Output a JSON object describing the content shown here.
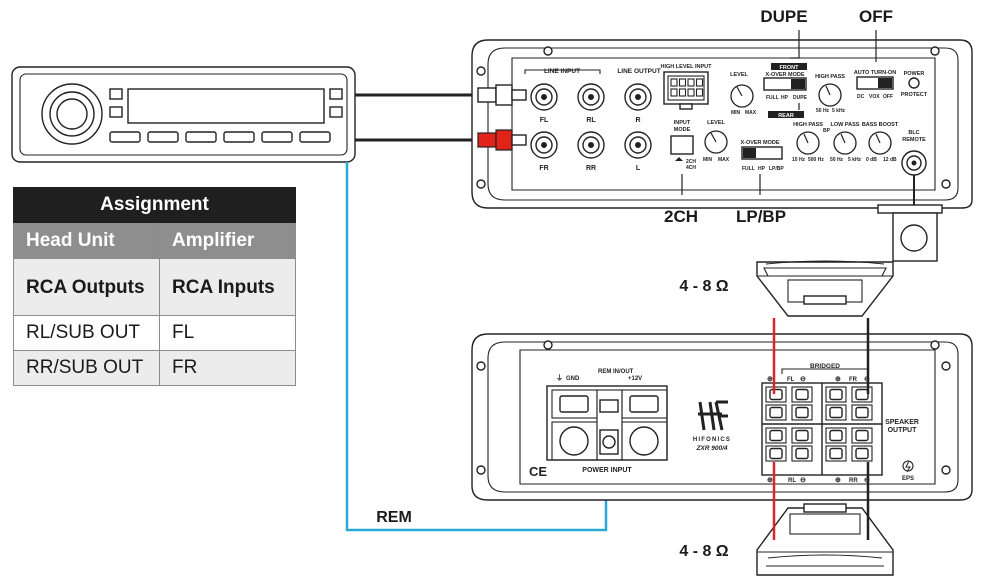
{
  "callouts": {
    "dupe": "DUPE",
    "off": "OFF",
    "two_ch": "2CH",
    "lp_bp": "LP/BP",
    "rem": "REM",
    "impedance_top": "4 - 8 Ω",
    "impedance_bottom": "4 - 8 Ω"
  },
  "table": {
    "title": "Assignment",
    "headers": [
      "Head Unit",
      "Amplifier"
    ],
    "subheader": [
      "RCA Outputs",
      "RCA Inputs"
    ],
    "rows": [
      [
        "RL/SUB OUT",
        "FL"
      ],
      [
        "RR/SUB OUT",
        "FR"
      ]
    ]
  },
  "amp_top": {
    "line_input": "LINE INPUT",
    "line_output": "LINE OUTPUT",
    "high_level_input": "HIGH LEVEL INPUT",
    "front": "FRONT",
    "rear": "REAR",
    "level": "LEVEL",
    "min": "MIN",
    "max": "MAX",
    "xover_mode": "X-OVER MODE",
    "full": "FULL",
    "hp": "HP",
    "dupe": "DUPE",
    "high_pass": "HIGH PASS",
    "low_pass": "LOW PASS",
    "bass_boost": "BASS BOOST",
    "f50hz": "50 Hz",
    "f5khz": "5 kHz",
    "f10hz": "10 Hz",
    "f500hz": "500 Hz",
    "db0": "0 dB",
    "db12": "12 dB",
    "bp": "BP",
    "lp_bp": "LP/BP",
    "auto_turn_on": "AUTO TURN-ON",
    "dc": "DC",
    "vox": "VOX",
    "off": "OFF",
    "power": "POWER",
    "protect": "PROTECT",
    "input_mode": "INPUT MODE",
    "ch2": "2CH",
    "ch4": "4CH",
    "blc_remote": "BLC REMOTE",
    "fl": "FL",
    "rl": "RL",
    "r": "R",
    "fr": "FR",
    "rr": "RR",
    "l": "L"
  },
  "amp_bottom": {
    "gnd": "GND",
    "rem_io": "REM IN/OUT",
    "plus12v": "+12V",
    "power_input": "POWER INPUT",
    "brand": "HIFONICS",
    "model": "ZXR 900/4",
    "bridged": "BRIDGED",
    "fl": "FL",
    "fr": "FR",
    "rl": "RL",
    "rr": "RR",
    "speaker_output": "SPEAKER OUTPUT",
    "ce": "CE",
    "eps": "EPS"
  },
  "colors": {
    "rem_wire": "#2aa9d6",
    "speaker_plus_wire": "#d9262a",
    "rca_red": "#e2231a",
    "outline": "#222222",
    "table_title_bg": "#1f1f1f",
    "table_header_bg": "#8e8e8e",
    "table_alt_bg": "#ececec"
  }
}
